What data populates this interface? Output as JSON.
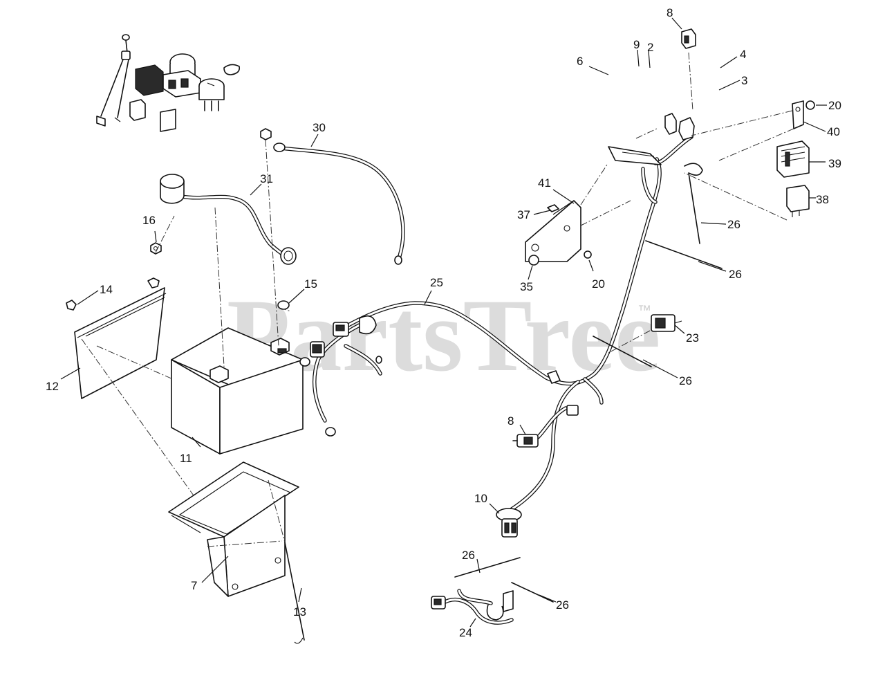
{
  "watermark": {
    "text": "PartsTree",
    "trademark": "™"
  },
  "callouts": [
    {
      "id": "c2",
      "label": "2"
    },
    {
      "id": "c3",
      "label": "3"
    },
    {
      "id": "c4",
      "label": "4"
    },
    {
      "id": "c6",
      "label": "6"
    },
    {
      "id": "c7",
      "label": "7"
    },
    {
      "id": "c8a",
      "label": "8"
    },
    {
      "id": "c8b",
      "label": "8"
    },
    {
      "id": "c9",
      "label": "9"
    },
    {
      "id": "c10",
      "label": "10"
    },
    {
      "id": "c11",
      "label": "11"
    },
    {
      "id": "c12",
      "label": "12"
    },
    {
      "id": "c13",
      "label": "13"
    },
    {
      "id": "c14",
      "label": "14"
    },
    {
      "id": "c15",
      "label": "15"
    },
    {
      "id": "c16",
      "label": "16"
    },
    {
      "id": "c20a",
      "label": "20"
    },
    {
      "id": "c20b",
      "label": "20"
    },
    {
      "id": "c23",
      "label": "23"
    },
    {
      "id": "c24",
      "label": "24"
    },
    {
      "id": "c25",
      "label": "25"
    },
    {
      "id": "c26a",
      "label": "26"
    },
    {
      "id": "c26b",
      "label": "26"
    },
    {
      "id": "c26c",
      "label": "26"
    },
    {
      "id": "c26d",
      "label": "26"
    },
    {
      "id": "c26e",
      "label": "26"
    },
    {
      "id": "c30",
      "label": "30"
    },
    {
      "id": "c31",
      "label": "31"
    },
    {
      "id": "c35",
      "label": "35"
    },
    {
      "id": "c37",
      "label": "37"
    },
    {
      "id": "c38",
      "label": "38"
    },
    {
      "id": "c39",
      "label": "39"
    },
    {
      "id": "c40",
      "label": "40"
    },
    {
      "id": "c41",
      "label": "41"
    }
  ]
}
